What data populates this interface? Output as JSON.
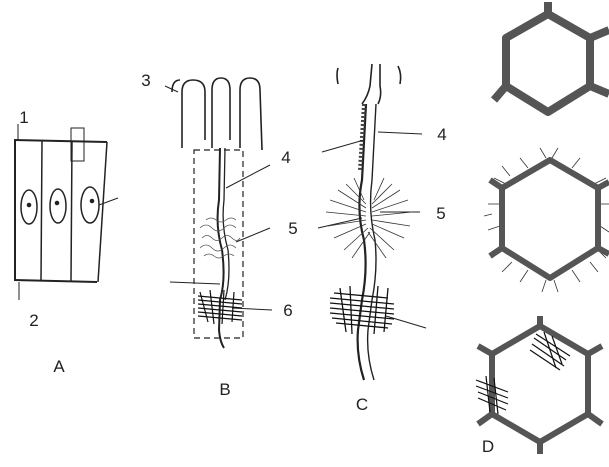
{
  "labels": {
    "n1": "1",
    "n2": "2",
    "n3": "3",
    "n4b": "4",
    "n5b": "5",
    "n6b": "6",
    "n4c": "4",
    "n5c": "5"
  },
  "panels": {
    "a": "A",
    "b": "B",
    "c": "C",
    "d": "D"
  },
  "colors": {
    "ink": "#222222",
    "wall": "#555555",
    "background": "#ffffff"
  }
}
